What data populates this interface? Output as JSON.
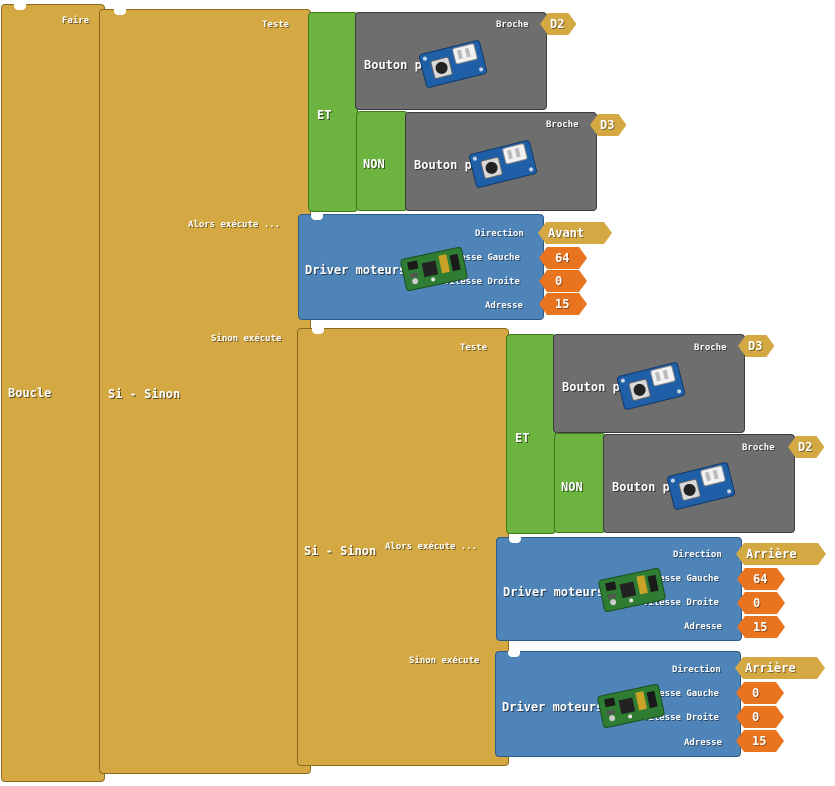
{
  "loop": {
    "label": "Boucle",
    "do_label": "Faire"
  },
  "outer_if": {
    "label": "Si - Sinon",
    "test_label": "Teste",
    "then_label": "Alors exécute ...",
    "else_label": "Sinon exécute",
    "condition": {
      "op": "ET",
      "button1": {
        "label": "Bouton poussoir",
        "pin_label": "Broche",
        "pin": "D2"
      },
      "not_label": "NON",
      "button2": {
        "label": "Bouton poussoir",
        "pin_label": "Broche",
        "pin": "D3"
      }
    },
    "then_motor": {
      "label": "Driver moteurs I2C",
      "direction_label": "Direction",
      "direction": "Avant",
      "left_label": "Vitesse Gauche",
      "left": "64",
      "right_label": "Vitesse Droite",
      "right": "0",
      "address_label": "Adresse",
      "address": "15"
    }
  },
  "inner_if": {
    "label": "Si - Sinon",
    "test_label": "Teste",
    "then_label": "Alors exécute ...",
    "else_label": "Sinon exécute",
    "condition": {
      "op": "ET",
      "button1": {
        "label": "Bouton poussoir",
        "pin_label": "Broche",
        "pin": "D3"
      },
      "not_label": "NON",
      "button2": {
        "label": "Bouton poussoir",
        "pin_label": "Broche",
        "pin": "D2"
      }
    },
    "then_motor": {
      "label": "Driver moteurs I2C",
      "direction_label": "Direction",
      "direction": "Arrière",
      "left_label": "Vitesse Gauche",
      "left": "64",
      "right_label": "Vitesse Droite",
      "right": "0",
      "address_label": "Adresse",
      "address": "15"
    },
    "else_motor": {
      "label": "Driver moteurs I2C",
      "direction_label": "Direction",
      "direction": "Arrière",
      "left_label": "Vitesse Gauche",
      "left": "0",
      "right_label": "Vitesse Droite",
      "right": "0",
      "address_label": "Adresse",
      "address": "15"
    }
  },
  "icons": {
    "button": "grove-button-board-icon",
    "motor": "motor-driver-board-icon"
  },
  "colors": {
    "control": "#d4a943",
    "sensor": "#6e6e6e",
    "logic": "#6db33f",
    "actuator": "#4f84b8",
    "number": "#e8741f"
  }
}
